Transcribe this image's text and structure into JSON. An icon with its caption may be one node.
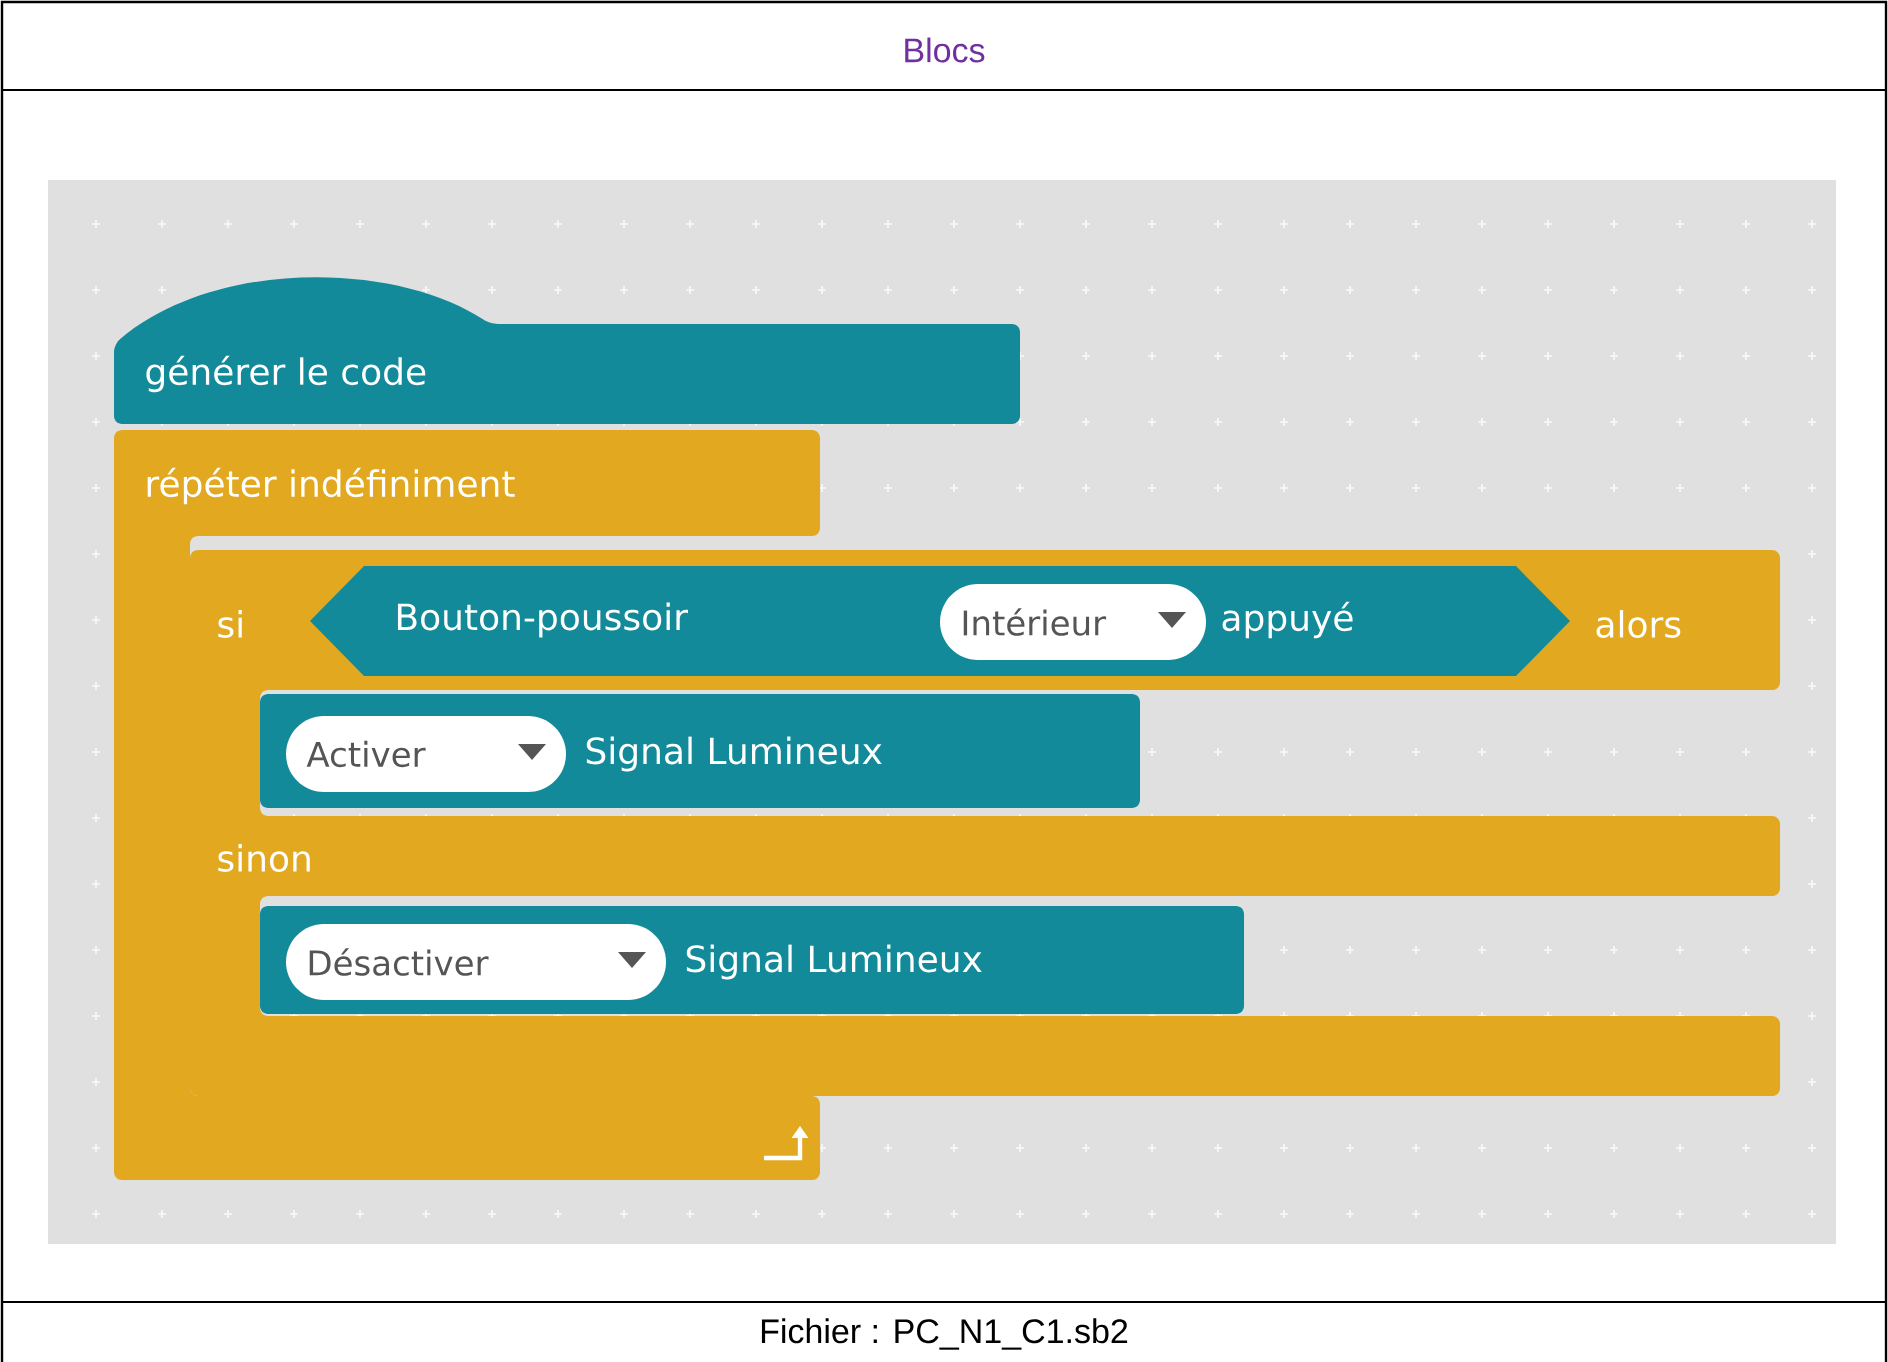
{
  "diagram": {
    "title": "Blocs",
    "caption": "Fichier : PC_N1_C1.sb2",
    "nodes": [
      {
        "text": [
          "générer le code"
        ]
      },
      {
        "text": [
          "répéter indéfiniment"
        ]
      },
      {
        "text": [
          "si",
          "alors",
          "sinon"
        ]
      },
      {
        "text": [
          "Bouton-poussoir",
          "appuyé"
        ],
        "in": 2
      },
      {
        "text": [
          "Intérieur"
        ],
        "in": 3
      },
      {
        "text": [
          "Signal Lumineux"
        ],
        "in": 2
      },
      {
        "text": [
          "Activer"
        ],
        "in": 5
      },
      {
        "text": [
          "Signal Lumineux"
        ],
        "in": 2
      },
      {
        "text": [
          "Désactiver"
        ],
        "in": 7
      }
    ]
  }
}
